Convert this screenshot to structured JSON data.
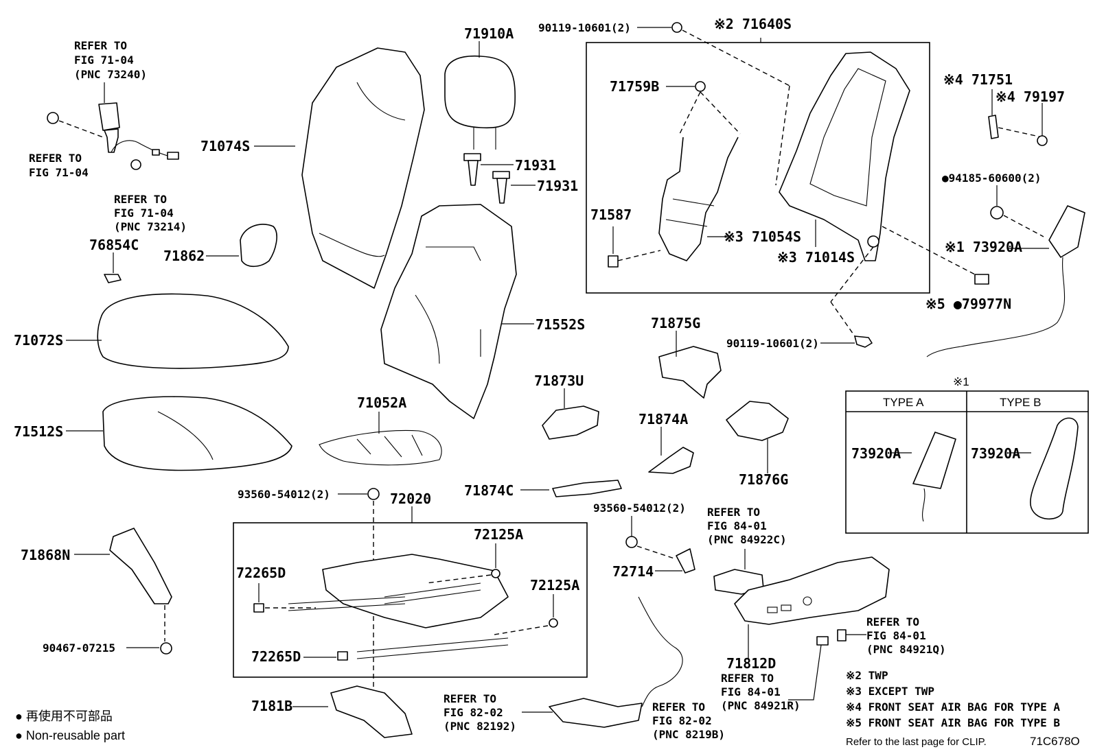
{
  "labels": {
    "refer_seatbelt_title": "REFER TO",
    "refer_seatbelt_fig": "FIG 71-04",
    "refer_seatbelt_pnc": "(PNC 73240)",
    "refer_left_title": "REFER TO",
    "refer_left_fig": "FIG 71-04",
    "refer_mid_title": "REFER TO",
    "refer_mid_fig": "FIG 71-04",
    "refer_mid_pnc": "(PNC 73214)",
    "p76854c": "76854C",
    "p71862": "71862",
    "p71074s": "71074S",
    "p71910a": "71910A",
    "p71931a": "71931",
    "p71931b": "71931",
    "p71552s": "71552S",
    "p71072s": "71072S",
    "p71512s": "71512S",
    "p71052a": "71052A",
    "p90119_top": "90119-10601(2)",
    "p71640s": "※2 71640S",
    "p71759b": "71759B",
    "p71587": "71587",
    "p71054s": "※3 71054S",
    "p71014s": "※3 71014S",
    "p71751": "※4 71751",
    "p79197": "※4 79197",
    "p94185": "●94185-60600(2)",
    "p73920a_main": "※1 73920A",
    "p79977n": "※5 ●79977N",
    "p90119_mid": "90119-10601(2)",
    "p71875g": "71875G",
    "p71873u": "71873U",
    "p71874a": "71874A",
    "p71876g": "71876G",
    "p71874c": "71874C",
    "p93560_left": "93560-54012(2)",
    "p72020": "72020",
    "p72125a_1": "72125A",
    "p72125a_2": "72125A",
    "p72265d_1": "72265D",
    "p72265d_2": "72265D",
    "p93560_right": "93560-54012(2)",
    "p72714": "72714",
    "p71868n": "71868N",
    "p90467": "90467-07215",
    "p7181b": "7181B",
    "refer_84922_title": "REFER TO",
    "refer_84922_fig": "FIG 84-01",
    "refer_84922_pnc": "(PNC 84922C)",
    "p71812d": "71812D",
    "refer_84921q_title": "REFER TO",
    "refer_84921q_fig": "FIG 84-01",
    "refer_84921q_pnc": "(PNC 84921Q)",
    "refer_84921r_title": "REFER TO",
    "refer_84921r_fig": "FIG 84-01",
    "refer_84921r_pnc": "(PNC 84921R)",
    "refer_82192_title": "REFER TO",
    "refer_82192_fig": "FIG 82-02",
    "refer_82192_pnc": "(PNC 82192)",
    "refer_8219b_title": "REFER TO",
    "refer_8219b_fig": "FIG 82-02",
    "refer_8219b_pnc": "(PNC 8219B)"
  },
  "type_table": {
    "marker": "※1",
    "col_a": "TYPE A",
    "col_b": "TYPE B",
    "part_a": "73920A",
    "part_b": "73920A"
  },
  "notes": {
    "n2": "※2 TWP",
    "n3": "※3 EXCEPT TWP",
    "n4": "※4 FRONT SEAT AIR BAG FOR TYPE A",
    "n5": "※5 FRONT SEAT AIR BAG FOR TYPE B",
    "clip": "Refer to the last page for CLIP.",
    "code": "71C678O"
  },
  "legend": {
    "jp": "● 再使用不可部品",
    "en": "● Non-reusable part"
  }
}
